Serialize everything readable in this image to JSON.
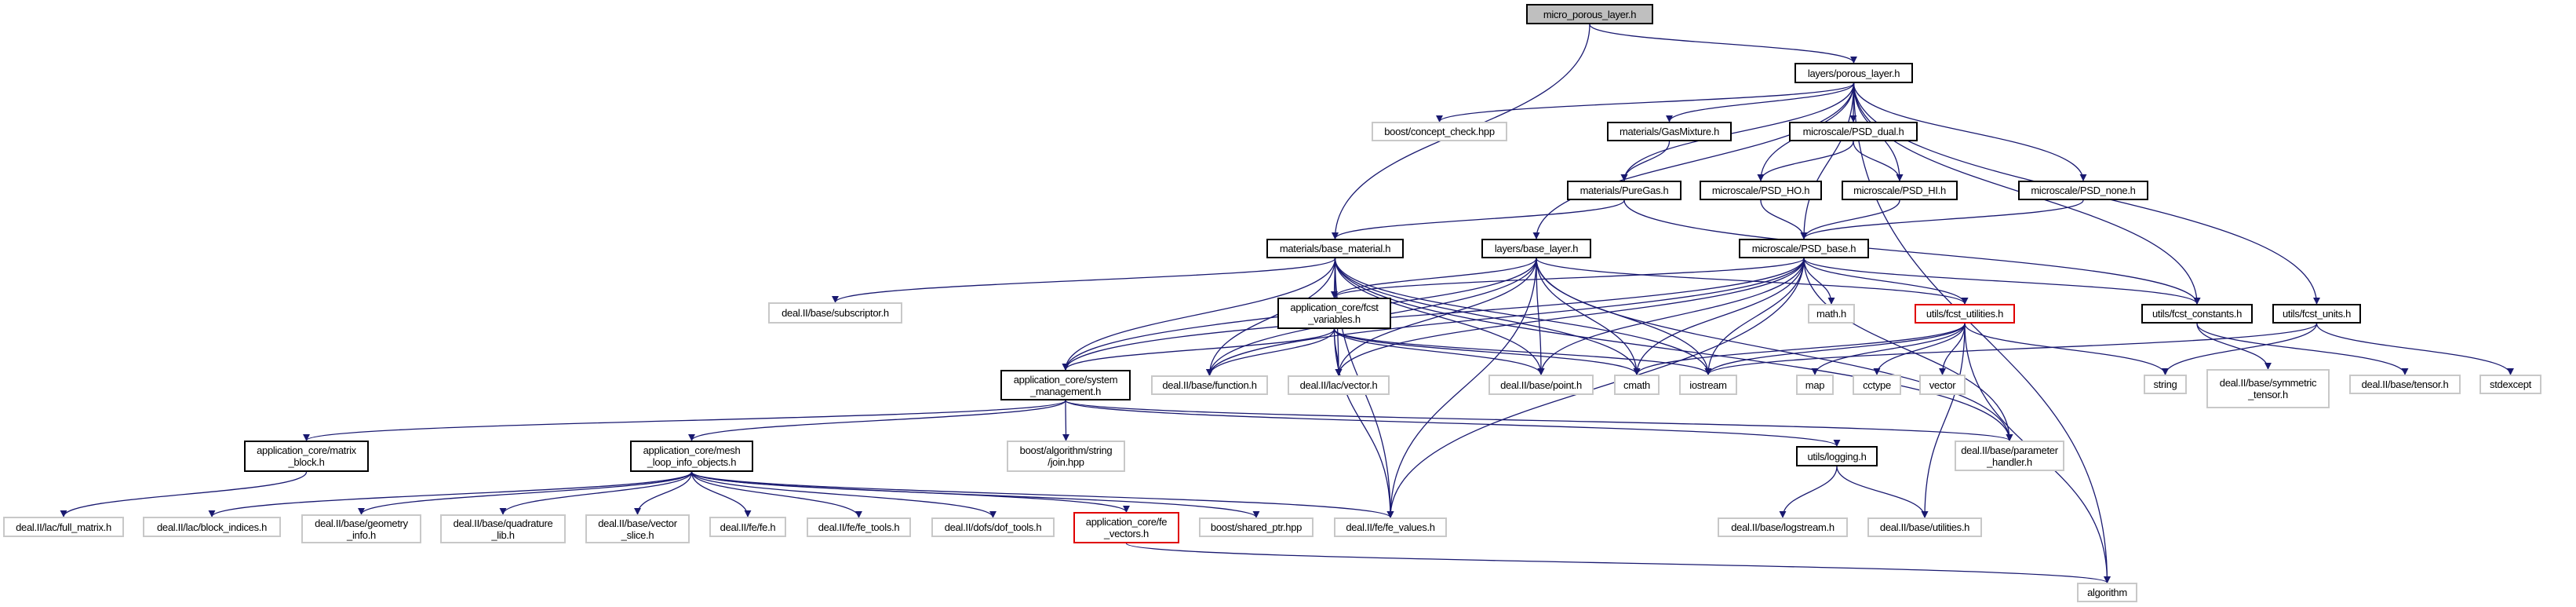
{
  "graph": {
    "title": "micro_porous_layer.h include dependency graph",
    "colors": {
      "edge": "#191970",
      "documented_border": "#000000",
      "external_border": "#c8c8c8",
      "incomplete_border": "#e00000",
      "root_fill": "#bfbfbf"
    },
    "nodes": [
      {
        "id": "micro_porous_layer",
        "label": "micro_porous_layer.h",
        "kind": "root"
      },
      {
        "id": "porous_layer",
        "label": "layers/porous_layer.h",
        "kind": "doc"
      },
      {
        "id": "concept_check",
        "label": "boost/concept_check.hpp",
        "kind": "ext"
      },
      {
        "id": "gasmixture",
        "label": "materials/GasMixture.h",
        "kind": "doc"
      },
      {
        "id": "psd_dual",
        "label": "microscale/PSD_dual.h",
        "kind": "doc"
      },
      {
        "id": "puregas",
        "label": "materials/PureGas.h",
        "kind": "doc"
      },
      {
        "id": "psd_ho",
        "label": "microscale/PSD_HO.h",
        "kind": "doc"
      },
      {
        "id": "psd_hi",
        "label": "microscale/PSD_HI.h",
        "kind": "doc"
      },
      {
        "id": "psd_none",
        "label": "microscale/PSD_none.h",
        "kind": "doc"
      },
      {
        "id": "base_material",
        "label": "materials/base_material.h",
        "kind": "doc"
      },
      {
        "id": "base_layer",
        "label": "layers/base_layer.h",
        "kind": "doc"
      },
      {
        "id": "psd_base",
        "label": "microscale/PSD_base.h",
        "kind": "doc"
      },
      {
        "id": "subscriptor",
        "label": "deal.II/base/subscriptor.h",
        "kind": "ext"
      },
      {
        "id": "fcst_variables",
        "label": "application_core/fcst\n_variables.h",
        "kind": "doc"
      },
      {
        "id": "math_h",
        "label": "math.h",
        "kind": "ext"
      },
      {
        "id": "fcst_utilities",
        "label": "utils/fcst_utilities.h",
        "kind": "red"
      },
      {
        "id": "fcst_constants",
        "label": "utils/fcst_constants.h",
        "kind": "doc"
      },
      {
        "id": "fcst_units",
        "label": "utils/fcst_units.h",
        "kind": "doc"
      },
      {
        "id": "system_management",
        "label": "application_core/system\n_management.h",
        "kind": "doc"
      },
      {
        "id": "function_h",
        "label": "deal.II/base/function.h",
        "kind": "ext"
      },
      {
        "id": "lac_vector",
        "label": "deal.II/lac/vector.h",
        "kind": "ext"
      },
      {
        "id": "point_h",
        "label": "deal.II/base/point.h",
        "kind": "ext"
      },
      {
        "id": "cmath",
        "label": "cmath",
        "kind": "ext"
      },
      {
        "id": "iostream",
        "label": "iostream",
        "kind": "ext"
      },
      {
        "id": "map",
        "label": "map",
        "kind": "ext"
      },
      {
        "id": "cctype",
        "label": "cctype",
        "kind": "ext"
      },
      {
        "id": "vector",
        "label": "vector",
        "kind": "ext"
      },
      {
        "id": "string",
        "label": "string",
        "kind": "ext"
      },
      {
        "id": "symmetric_tensor",
        "label": "deal.II/base/symmetric\n_tensor.h",
        "kind": "ext"
      },
      {
        "id": "tensor_h",
        "label": "deal.II/base/tensor.h",
        "kind": "ext"
      },
      {
        "id": "stdexcept",
        "label": "stdexcept",
        "kind": "ext"
      },
      {
        "id": "matrix_block",
        "label": "application_core/matrix\n_block.h",
        "kind": "doc"
      },
      {
        "id": "mesh_loop",
        "label": "application_core/mesh\n_loop_info_objects.h",
        "kind": "doc"
      },
      {
        "id": "join_hpp",
        "label": "boost/algorithm/string\n/join.hpp",
        "kind": "ext"
      },
      {
        "id": "logging",
        "label": "utils/logging.h",
        "kind": "doc"
      },
      {
        "id": "parameter_handler",
        "label": "deal.II/base/parameter\n_handler.h",
        "kind": "ext"
      },
      {
        "id": "full_matrix",
        "label": "deal.II/lac/full_matrix.h",
        "kind": "ext"
      },
      {
        "id": "block_indices",
        "label": "deal.II/lac/block_indices.h",
        "kind": "ext"
      },
      {
        "id": "geometry_info",
        "label": "deal.II/base/geometry\n_info.h",
        "kind": "ext"
      },
      {
        "id": "quadrature_lib",
        "label": "deal.II/base/quadrature\n_lib.h",
        "kind": "ext"
      },
      {
        "id": "vector_slice",
        "label": "deal.II/base/vector\n_slice.h",
        "kind": "ext"
      },
      {
        "id": "fe_h",
        "label": "deal.II/fe/fe.h",
        "kind": "ext"
      },
      {
        "id": "fe_tools",
        "label": "deal.II/fe/fe_tools.h",
        "kind": "ext"
      },
      {
        "id": "dof_tools",
        "label": "deal.II/dofs/dof_tools.h",
        "kind": "ext"
      },
      {
        "id": "fe_vectors",
        "label": "application_core/fe\n_vectors.h",
        "kind": "red"
      },
      {
        "id": "shared_ptr",
        "label": "boost/shared_ptr.hpp",
        "kind": "ext"
      },
      {
        "id": "fe_values",
        "label": "deal.II/fe/fe_values.h",
        "kind": "ext"
      },
      {
        "id": "logstream",
        "label": "deal.II/base/logstream.h",
        "kind": "ext"
      },
      {
        "id": "utilities_h",
        "label": "deal.II/base/utilities.h",
        "kind": "ext"
      },
      {
        "id": "algorithm",
        "label": "algorithm",
        "kind": "ext"
      }
    ],
    "edges": [
      [
        "micro_porous_layer",
        "porous_layer"
      ],
      [
        "micro_porous_layer",
        "base_material"
      ],
      [
        "porous_layer",
        "concept_check"
      ],
      [
        "porous_layer",
        "gasmixture"
      ],
      [
        "porous_layer",
        "psd_dual"
      ],
      [
        "porous_layer",
        "puregas"
      ],
      [
        "porous_layer",
        "psd_ho"
      ],
      [
        "porous_layer",
        "psd_hi"
      ],
      [
        "porous_layer",
        "psd_none"
      ],
      [
        "porous_layer",
        "base_layer"
      ],
      [
        "porous_layer",
        "psd_base"
      ],
      [
        "porous_layer",
        "fcst_constants"
      ],
      [
        "porous_layer",
        "fcst_units"
      ],
      [
        "porous_layer",
        "algorithm"
      ],
      [
        "gasmixture",
        "puregas"
      ],
      [
        "psd_dual",
        "psd_ho"
      ],
      [
        "psd_dual",
        "psd_hi"
      ],
      [
        "puregas",
        "base_material"
      ],
      [
        "puregas",
        "fcst_constants"
      ],
      [
        "psd_ho",
        "psd_base"
      ],
      [
        "psd_hi",
        "psd_base"
      ],
      [
        "psd_none",
        "psd_base"
      ],
      [
        "base_material",
        "subscriptor"
      ],
      [
        "base_material",
        "fcst_variables"
      ],
      [
        "base_material",
        "system_management"
      ],
      [
        "base_material",
        "function_h"
      ],
      [
        "base_material",
        "lac_vector"
      ],
      [
        "base_material",
        "point_h"
      ],
      [
        "base_material",
        "cmath"
      ],
      [
        "base_material",
        "iostream"
      ],
      [
        "base_material",
        "parameter_handler"
      ],
      [
        "base_material",
        "fe_values"
      ],
      [
        "base_layer",
        "fcst_variables"
      ],
      [
        "base_layer",
        "system_management"
      ],
      [
        "base_layer",
        "function_h"
      ],
      [
        "base_layer",
        "lac_vector"
      ],
      [
        "base_layer",
        "point_h"
      ],
      [
        "base_layer",
        "cmath"
      ],
      [
        "base_layer",
        "iostream"
      ],
      [
        "base_layer",
        "fcst_utilities"
      ],
      [
        "base_layer",
        "fe_values"
      ],
      [
        "base_layer",
        "parameter_handler"
      ],
      [
        "psd_base",
        "fcst_variables"
      ],
      [
        "psd_base",
        "system_management"
      ],
      [
        "psd_base",
        "function_h"
      ],
      [
        "psd_base",
        "lac_vector"
      ],
      [
        "psd_base",
        "point_h"
      ],
      [
        "psd_base",
        "cmath"
      ],
      [
        "psd_base",
        "iostream"
      ],
      [
        "psd_base",
        "math_h"
      ],
      [
        "psd_base",
        "fcst_utilities"
      ],
      [
        "psd_base",
        "fcst_constants"
      ],
      [
        "psd_base",
        "parameter_handler"
      ],
      [
        "psd_base",
        "fe_values"
      ],
      [
        "fcst_variables",
        "system_management"
      ],
      [
        "fcst_variables",
        "function_h"
      ],
      [
        "fcst_variables",
        "lac_vector"
      ],
      [
        "fcst_variables",
        "point_h"
      ],
      [
        "fcst_variables",
        "iostream"
      ],
      [
        "fcst_variables",
        "fe_values"
      ],
      [
        "fcst_variables",
        "cmath"
      ],
      [
        "fcst_utilities",
        "iostream"
      ],
      [
        "fcst_utilities",
        "cmath"
      ],
      [
        "fcst_utilities",
        "map"
      ],
      [
        "fcst_utilities",
        "cctype"
      ],
      [
        "fcst_utilities",
        "vector"
      ],
      [
        "fcst_utilities",
        "string"
      ],
      [
        "fcst_utilities",
        "utilities_h"
      ],
      [
        "fcst_utilities",
        "algorithm"
      ],
      [
        "fcst_constants",
        "symmetric_tensor"
      ],
      [
        "fcst_constants",
        "tensor_h"
      ],
      [
        "fcst_units",
        "string"
      ],
      [
        "fcst_units",
        "stdexcept"
      ],
      [
        "fcst_units",
        "iostream"
      ],
      [
        "system_management",
        "matrix_block"
      ],
      [
        "system_management",
        "mesh_loop"
      ],
      [
        "system_management",
        "join_hpp"
      ],
      [
        "system_management",
        "logging"
      ],
      [
        "system_management",
        "parameter_handler"
      ],
      [
        "matrix_block",
        "full_matrix"
      ],
      [
        "mesh_loop",
        "block_indices"
      ],
      [
        "mesh_loop",
        "geometry_info"
      ],
      [
        "mesh_loop",
        "quadrature_lib"
      ],
      [
        "mesh_loop",
        "vector_slice"
      ],
      [
        "mesh_loop",
        "fe_h"
      ],
      [
        "mesh_loop",
        "fe_tools"
      ],
      [
        "mesh_loop",
        "dof_tools"
      ],
      [
        "mesh_loop",
        "fe_vectors"
      ],
      [
        "mesh_loop",
        "shared_ptr"
      ],
      [
        "mesh_loop",
        "fe_values"
      ],
      [
        "logging",
        "logstream"
      ],
      [
        "logging",
        "utilities_h"
      ],
      [
        "fe_vectors",
        "algorithm"
      ]
    ]
  }
}
